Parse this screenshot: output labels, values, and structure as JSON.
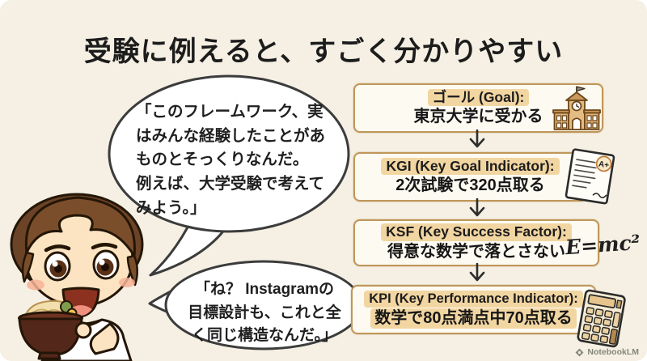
{
  "title": "受験に例えると、すごく分かりやすい",
  "bubbles": [
    {
      "text": "「このフレームワーク、実\nはみんな経験したことがあ\nものとそっくりなんだ。\n例えば、大学受験で考えて\nみよう。」"
    },
    {
      "text": "「ね？ Instagramの\n目標設計も、これと全\nく同じ構造なんだ。」"
    }
  ],
  "flowchart": {
    "steps": [
      {
        "header": "ゴール (Goal):",
        "body": "東京大学に受かる",
        "icon": "school-building-icon"
      },
      {
        "header": "KGI (Key Goal Indicator):",
        "body": "2次試験で320点取る",
        "icon": "graded-test-icon"
      },
      {
        "header": "KSF (Key Success Factor):",
        "body": "得意な数学で落とさない",
        "icon": "formula-emc2-icon"
      },
      {
        "header": "KPI (Key Performance Indicator):",
        "body": "数学で80点満点中70点取る",
        "icon": "calculator-icon"
      }
    ],
    "formula_label": "E=mc²",
    "grade_label": "A+"
  },
  "character": {
    "description": "boy-holding-udon-bowl"
  },
  "watermark": {
    "label": "NotebookLM"
  },
  "colors": {
    "background": "#f5f0e3",
    "box_background": "#fdfaf2",
    "box_border": "#c09659",
    "header_highlight": "#f2d6a2",
    "text": "#1c1c1c",
    "bubble_border": "#3c3c3c",
    "icon_tan": "#e3bc84"
  }
}
